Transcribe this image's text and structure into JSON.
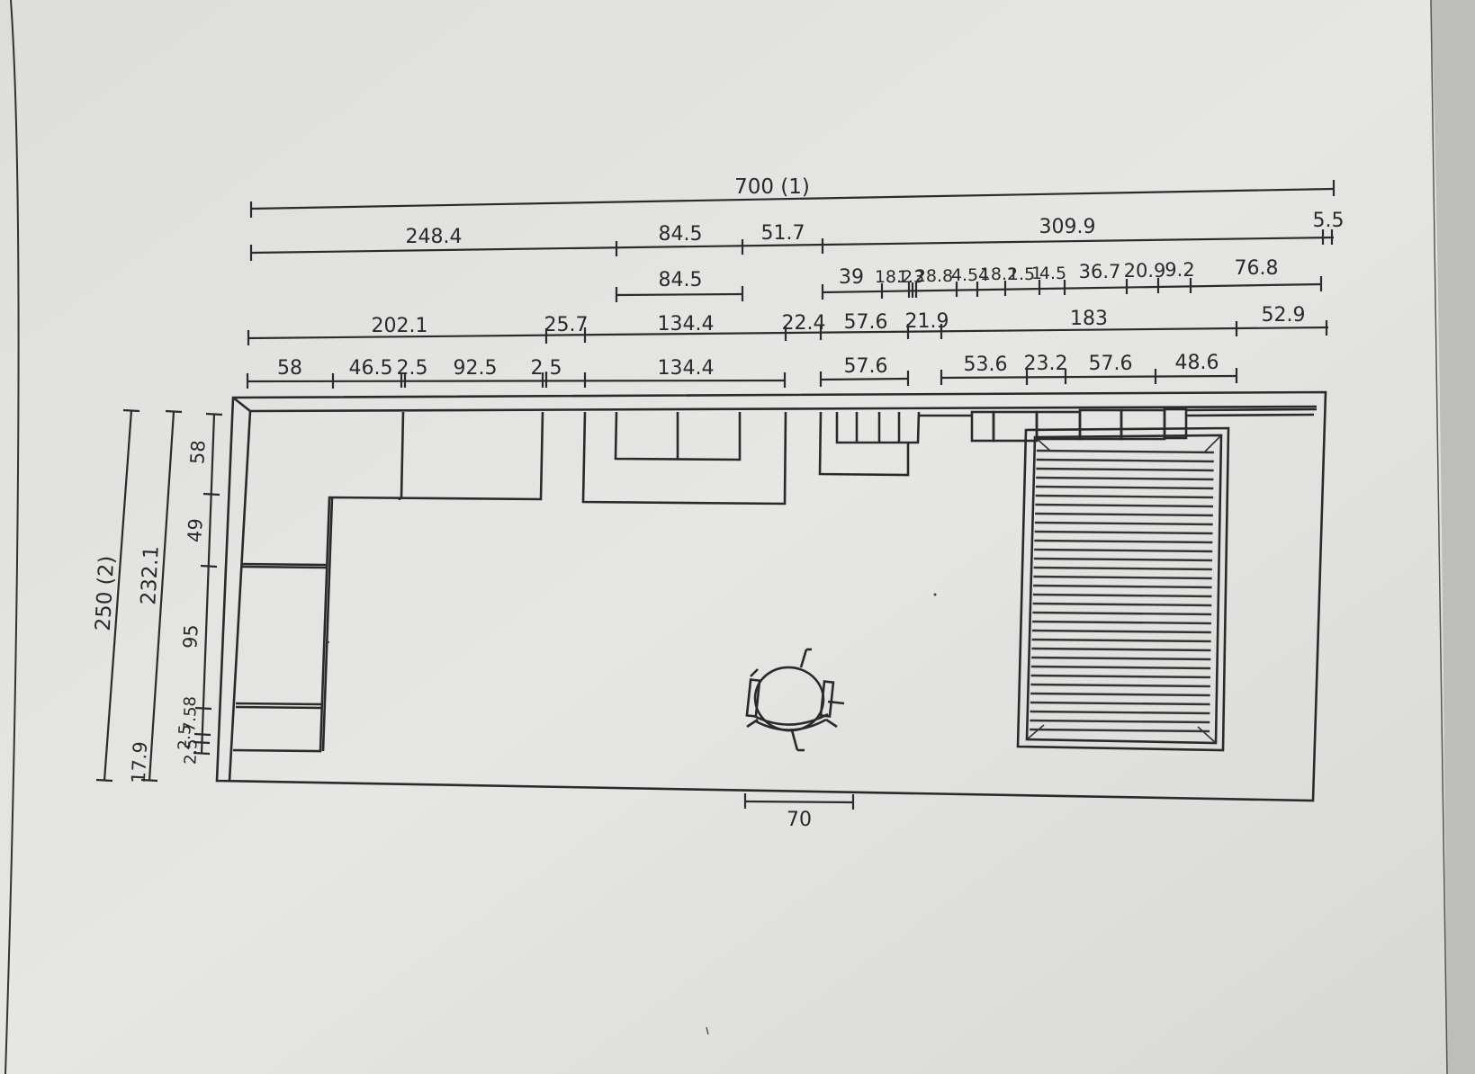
{
  "overall": {
    "width_label": "700 (1)",
    "height_label": "250 (2)"
  },
  "row1": [
    "248.4",
    "84.5",
    "51.7",
    "309.9",
    "5.5"
  ],
  "row2": [
    "84.5",
    "39",
    "18.2",
    "1.3",
    "28.8",
    "4.5",
    "4",
    "18.2",
    "1.5",
    "1",
    "4.5",
    "36.7",
    "20.9",
    "9.2",
    "76.8"
  ],
  "row3": [
    "202.1",
    "25.7",
    "134.4",
    "22.4",
    "57.6",
    "21.9",
    "183",
    "52.9"
  ],
  "row4": [
    "58",
    "46.5",
    "2.5",
    "92.5",
    "2.5",
    "134.4",
    "57.6",
    "53.6",
    "23.2",
    "57.6",
    "48.6"
  ],
  "left_dims": {
    "total_inner": "232.1",
    "seg1": "58",
    "seg2": "49",
    "seg3": "95",
    "seg4": "2.5",
    "seg5": "2.5",
    "seg6": "17.9",
    "seg7": "7.5",
    "seg8": "8"
  },
  "bottom_dim": "70",
  "icons": [
    "office-chair-icon",
    "bed-icon"
  ]
}
